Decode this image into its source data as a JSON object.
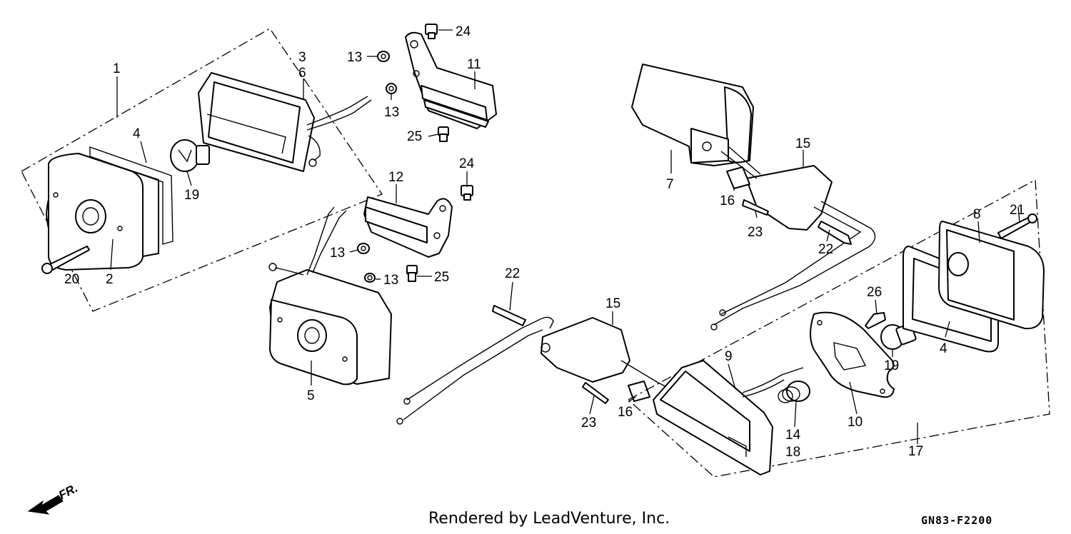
{
  "diagram": {
    "front_indicator": "FR.",
    "credit": "Rendered by LeadVenture, Inc.",
    "drawing_code": "GN83-F2200",
    "callouts": {
      "c1": "1",
      "c2": "2",
      "c3": "3",
      "c4a": "4",
      "c4b": "4",
      "c5": "5",
      "c6": "6",
      "c7": "7",
      "c8": "8",
      "c9": "9",
      "c10": "10",
      "c11": "11",
      "c12": "12",
      "c13a": "13",
      "c13b": "13",
      "c13c": "13",
      "c13d": "13",
      "c14": "14",
      "c15a": "15",
      "c15b": "15",
      "c16a": "16",
      "c16b": "16",
      "c17": "17",
      "c18": "18",
      "c19a": "19",
      "c19b": "19",
      "c20": "20",
      "c21": "21",
      "c22a": "22",
      "c22b": "22",
      "c23a": "23",
      "c23b": "23",
      "c24a": "24",
      "c24b": "24",
      "c25a": "25",
      "c25b": "25",
      "c26": "26"
    }
  }
}
